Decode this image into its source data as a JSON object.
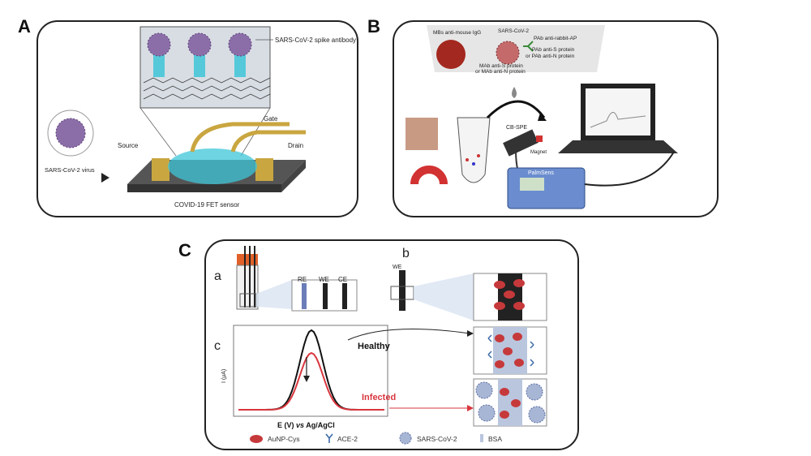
{
  "panels": {
    "a": {
      "letter": "A",
      "spike_label": "SARS-CoV-2 spike antibody",
      "gate_label": "Gate",
      "source_label": "Source",
      "drain_label": "Drain",
      "virus_label": "SARS-CoV-2 virus",
      "sensor_label": "COVID-19 FET sensor"
    },
    "b": {
      "letter": "B",
      "mbs_label": "MBs anti-mouse IgG",
      "sars_label": "SARS-CoV-2",
      "pab_ap_label": "PAb anti-rabbit-AP",
      "pab_s_label": "PAb anti-S protein",
      "pab_n_label": "or PAb anti-N protein",
      "mab_s_label": "MAb anti-S protein",
      "mab_n_label": "or MAb anti-N protein",
      "cbspe_label": "CB-SPE",
      "magnet_label": "Magnet",
      "device_label": "PalmSens"
    },
    "c": {
      "letter": "C",
      "sub_a": "a",
      "sub_b": "b",
      "sub_c": "c",
      "re_label": "RE",
      "we_label": "WE",
      "ce_label": "CE",
      "we_label_b": "WE",
      "healthy_label": "Healthy",
      "infected_label": "Infected",
      "xlabel_pre": "E (V) ",
      "xlabel_vs": "vs",
      "xlabel_post": " Ag/AgCl",
      "ylabel": "I (μA)",
      "legend": {
        "aunp": "AuNP-Cys",
        "ace2": "ACE-2",
        "sars": "SARS-CoV-2",
        "bsa": "BSA"
      }
    }
  },
  "colors": {
    "healthy_curve": "#111111",
    "infected_curve": "#d9363e",
    "aunp": "#c6393b",
    "cyan": "#3ec6d8",
    "virus": "#8b6ea8"
  }
}
